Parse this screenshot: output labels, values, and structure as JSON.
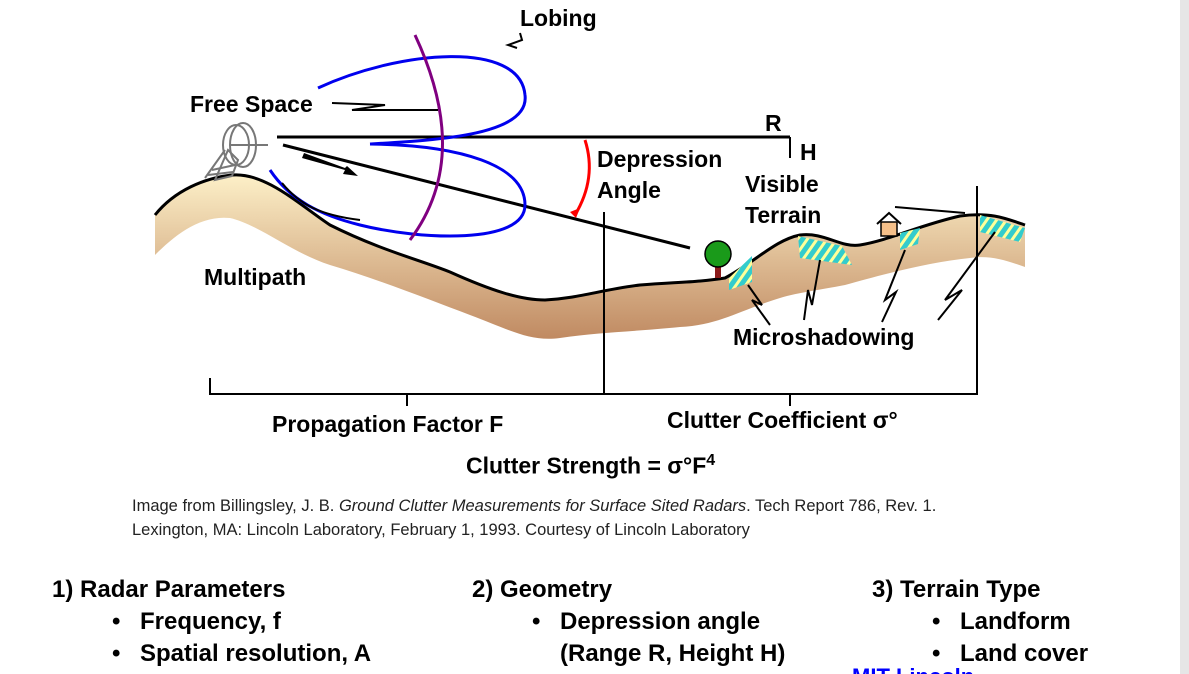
{
  "diagram": {
    "labels": {
      "lobing": "Lobing",
      "free_space": "Free Space",
      "range": "R",
      "height": "H",
      "depression_angle_1": "Depression",
      "depression_angle_2": "Angle",
      "visible_terrain_1": "Visible",
      "visible_terrain_2": "Terrain",
      "multipath": "Multipath",
      "microshadowing": "Microshadowing",
      "propagation_factor": "Propagation Factor F",
      "clutter_coefficient": "Clutter Coefficient σ°",
      "clutter_strength": "Clutter Strength = σ°F",
      "clutter_strength_exp": "4"
    },
    "colors": {
      "lobe": "#0000ee",
      "wavefront": "#800080",
      "angle": "#ff0000",
      "hatch": "#33cccc",
      "terrain": "#d9b48a"
    }
  },
  "caption": {
    "prefix": "Image from Billingsley, J. B. ",
    "title": "Ground Clutter Measurements for Surface Sited Radars",
    "suffix": ". Tech Report 786, Rev. 1.",
    "line2": "Lexington, MA: Lincoln Laboratory, February 1, 1993. Courtesy of Lincoln Laboratory"
  },
  "columns": [
    {
      "heading": "1)  Radar Parameters",
      "items": [
        "Frequency, f",
        "Spatial resolution, A"
      ]
    },
    {
      "heading": "2)  Geometry",
      "items": [
        "Depression angle",
        "(Range R, Height H)"
      ]
    },
    {
      "heading": "3)  Terrain Type",
      "items": [
        "Landform",
        "Land cover"
      ]
    }
  ],
  "bullet": "•",
  "footer": "MIT Lincoln Laboratory"
}
